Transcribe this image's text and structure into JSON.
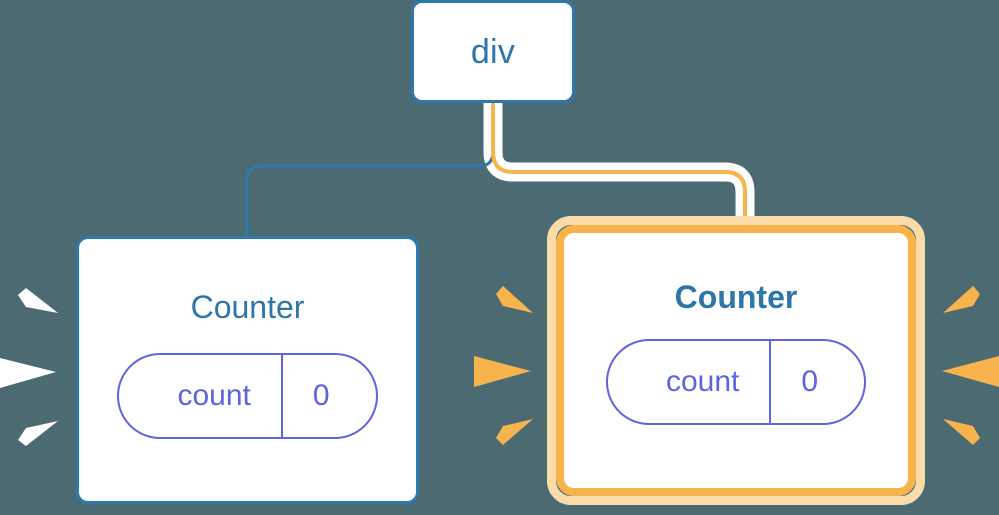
{
  "diagram": {
    "title": "Component tree re-render highlight",
    "background_color": "#4c6a72",
    "colors": {
      "blue_border": "#2d79ad",
      "blue_text": "#2d76a8",
      "purple": "#5d64e0",
      "orange": "#f8b44c",
      "orange_halo": "#fadca8",
      "white": "#ffffff"
    }
  },
  "nodes": {
    "root": {
      "label": "div",
      "state": "normal"
    },
    "counter_left": {
      "label": "Counter",
      "state": "normal",
      "pill": {
        "key": "count",
        "value": "0"
      }
    },
    "counter_right": {
      "label": "Counter",
      "state": "highlighted",
      "pill": {
        "key": "count",
        "value": "0"
      }
    }
  },
  "connectors": [
    {
      "name": "root-to-counter-left",
      "color": "#2d79ad",
      "style": "thin"
    },
    {
      "name": "root-to-counter-right",
      "color": "#f8b44c",
      "style": "thick-with-white-halo"
    }
  ],
  "rays": {
    "left_group_color": "#ffffff",
    "right_group_color": "#f8b44c",
    "count_per_side": 3
  }
}
